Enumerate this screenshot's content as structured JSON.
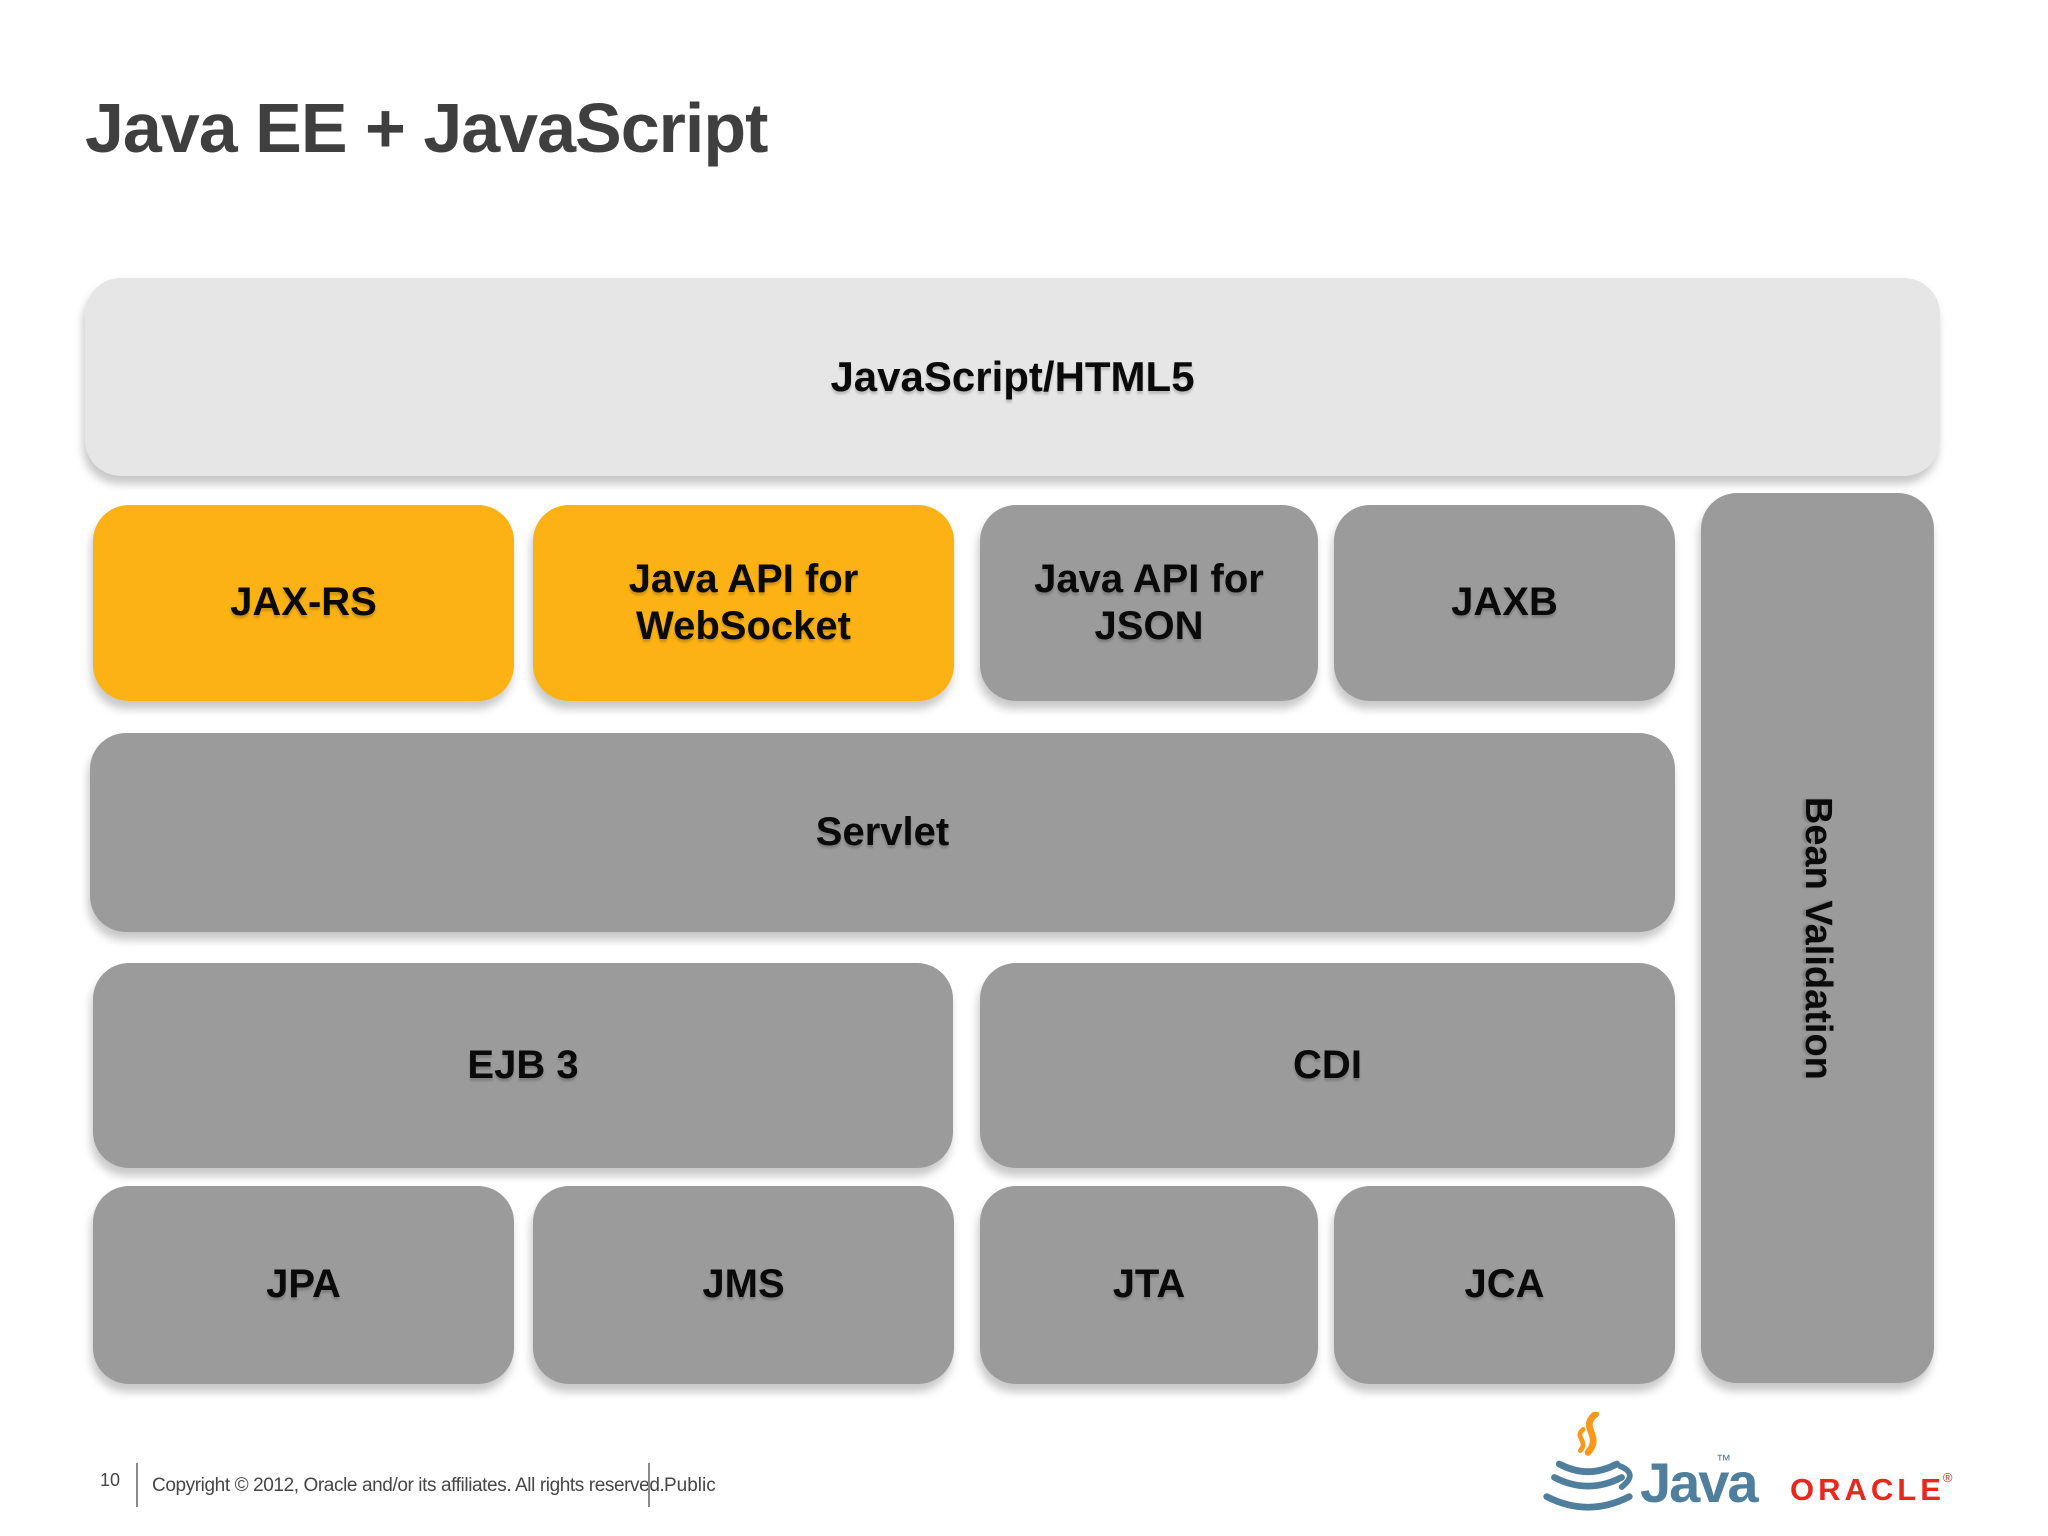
{
  "title": "Java EE + JavaScript",
  "blocks": {
    "top": {
      "label": "JavaScript/HTML5"
    },
    "jaxrs": {
      "label": "JAX-RS"
    },
    "websocket": {
      "label": "Java API for WebSocket"
    },
    "json": {
      "label": "Java API for JSON"
    },
    "jaxb": {
      "label": "JAXB"
    },
    "bean_validation": {
      "label": "Bean Validation"
    },
    "servlet": {
      "label": "Servlet"
    },
    "ejb3": {
      "label": "EJB 3"
    },
    "cdi": {
      "label": "CDI"
    },
    "jpa": {
      "label": "JPA"
    },
    "jms": {
      "label": "JMS"
    },
    "jta": {
      "label": "JTA"
    },
    "jca": {
      "label": "JCA"
    }
  },
  "footer": {
    "page_number": "10",
    "copyright": "Copyright © 2012, Oracle and/or its affiliates. All rights reserved.",
    "classification": "Public",
    "java_wordmark": "Java",
    "java_trademark": "™",
    "oracle_wordmark": "ORACLE",
    "oracle_registered": "®"
  },
  "theme": {
    "bg": "#ffffff",
    "title_color": "#3f3f3f",
    "orange": "#fcb214",
    "gray": "#9b9b9b",
    "light_gray": "#e6e6e6",
    "label_color": "#0a0a0a",
    "footer_text": "#464646",
    "divider": "#8a8a8a",
    "java_blue": "#507f9e",
    "steam_orange": "#f8981d",
    "oracle_red": "#e8281e"
  }
}
